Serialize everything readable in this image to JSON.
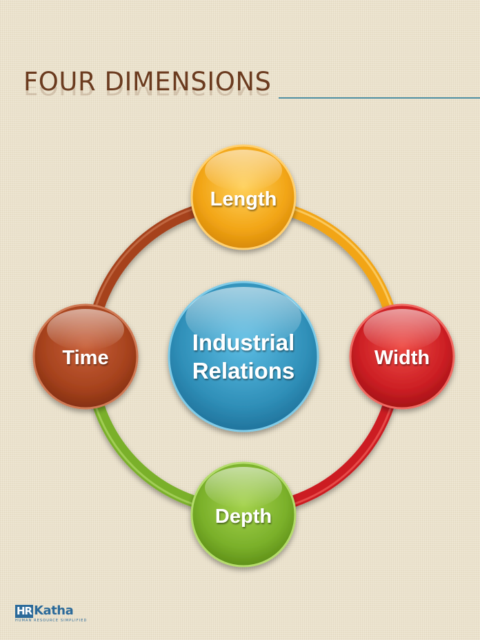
{
  "slide": {
    "title": "FOUR DIMENSIONS"
  },
  "diagram": {
    "center": {
      "line1": "Industrial",
      "line2": "Relations",
      "color": "#2f8fb8"
    },
    "nodes": [
      {
        "id": "length",
        "label": "Length",
        "color": "#f2a516"
      },
      {
        "id": "width",
        "label": "Width",
        "color": "#cc1f24"
      },
      {
        "id": "depth",
        "label": "Depth",
        "color": "#7ab02a"
      },
      {
        "id": "time",
        "label": "Time",
        "color": "#a6421d"
      }
    ],
    "arcs": [
      {
        "from": "length",
        "to": "width",
        "color": "#f2a516"
      },
      {
        "from": "width",
        "to": "depth",
        "color": "#cc1f24"
      },
      {
        "from": "depth",
        "to": "time",
        "color": "#7ab02a"
      },
      {
        "from": "time",
        "to": "length",
        "color": "#a6421d"
      }
    ]
  },
  "logo": {
    "hr": "HR",
    "katha": "Katha",
    "tagline": "HUMAN RESOURCE SIMPLIFIED"
  }
}
